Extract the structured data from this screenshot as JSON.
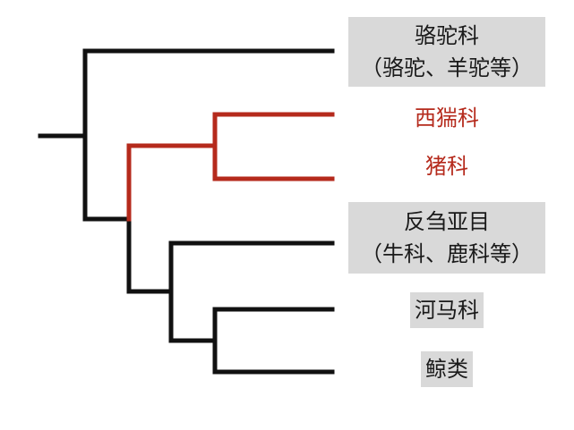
{
  "colors": {
    "branch": "#111111",
    "highlight": "#b52a1c",
    "label_background": "#d9d9d9"
  },
  "taxa": {
    "camelidae": {
      "line1": "骆驼科",
      "line2": "（骆驼、羊驼等）"
    },
    "tayassuidae": {
      "line1": "西猯科"
    },
    "suidae": {
      "line1": "猪科"
    },
    "ruminantia": {
      "line1": "反刍亚目",
      "line2": "（牛科、鹿科等）"
    },
    "hippopotamidae": {
      "line1": "河马科"
    },
    "cetacea": {
      "line1": "鲸类"
    }
  }
}
